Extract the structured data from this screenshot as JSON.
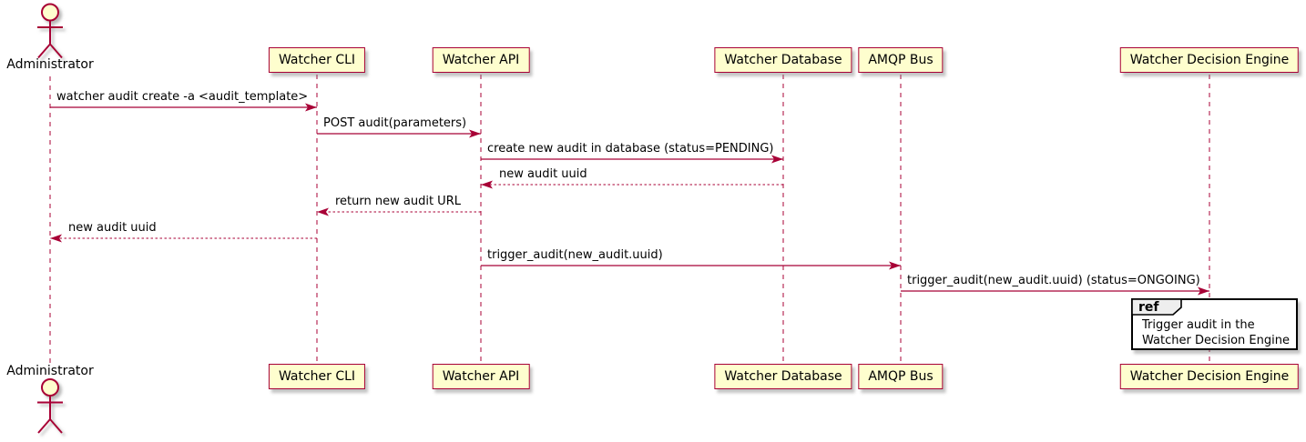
{
  "participants": [
    {
      "id": "administrator",
      "name": "Administrator",
      "type": "actor"
    },
    {
      "id": "watcher-cli",
      "name": "Watcher CLI",
      "type": "box"
    },
    {
      "id": "watcher-api",
      "name": "Watcher API",
      "type": "box"
    },
    {
      "id": "watcher-database",
      "name": "Watcher Database",
      "type": "box"
    },
    {
      "id": "amqp-bus",
      "name": "AMQP Bus",
      "type": "box"
    },
    {
      "id": "watcher-decision-engine",
      "name": "Watcher Decision Engine",
      "type": "box"
    }
  ],
  "messages": [
    {
      "label": "watcher audit create -a <audit_template>",
      "from": 0,
      "to": 1,
      "line": "solid"
    },
    {
      "label": "POST audit(parameters)",
      "from": 1,
      "to": 2,
      "line": "solid"
    },
    {
      "label": "create new audit in database (status=PENDING)",
      "from": 2,
      "to": 3,
      "line": "solid"
    },
    {
      "label": "new audit uuid",
      "from": 3,
      "to": 2,
      "line": "dotted"
    },
    {
      "label": "return new audit URL",
      "from": 2,
      "to": 1,
      "line": "dotted"
    },
    {
      "label": "new audit uuid",
      "from": 1,
      "to": 0,
      "line": "dotted"
    },
    {
      "label": "trigger_audit(new_audit.uuid)",
      "from": 2,
      "to": 4,
      "line": "solid"
    },
    {
      "label": "trigger_audit(new_audit.uuid) (status=ONGOING)",
      "from": 4,
      "to": 5,
      "line": "solid"
    }
  ],
  "ref_frame": {
    "keyword": "ref",
    "lines": [
      "Trigger audit in the",
      "Watcher Decision Engine"
    ]
  },
  "colors": {
    "accent": "#A80036",
    "participant_fill": "#FEFECE",
    "text": "#000000",
    "ref_border": "#000000",
    "ref_header_fill": "#EEEEEE"
  }
}
